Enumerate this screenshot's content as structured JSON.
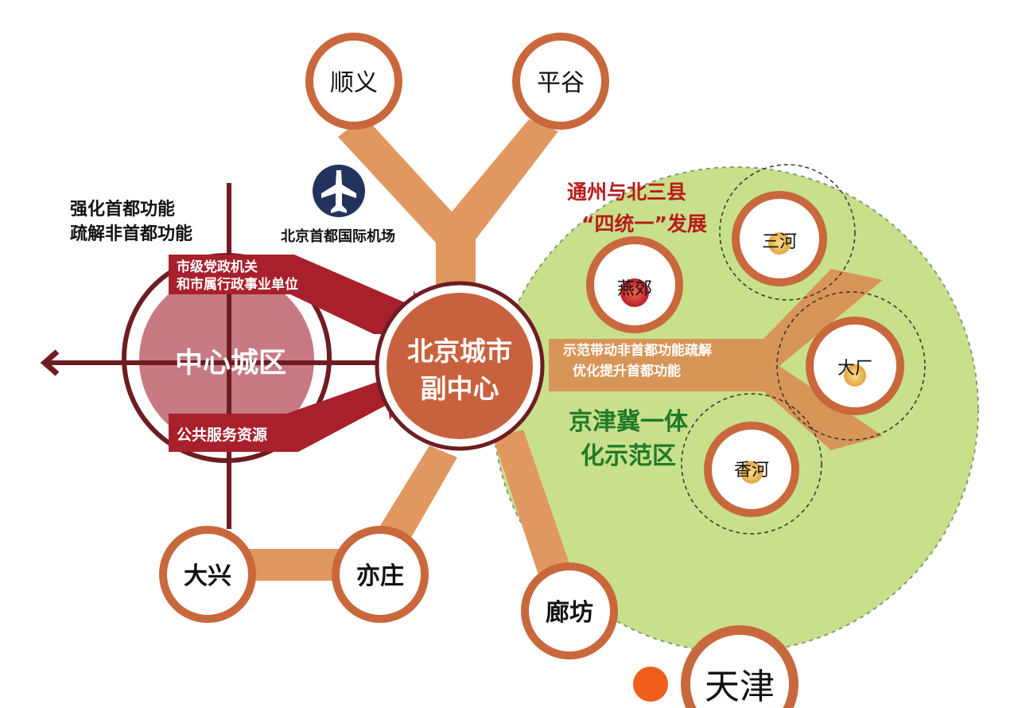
{
  "colors": {
    "road": "#e09860",
    "ring": "#c8683c",
    "dark_red": "#6e1c22",
    "banner_red": "#a8202c",
    "green_area": "#c8e08a",
    "green_text": "#1f7a2a",
    "title_red": "#b81c1c",
    "hub_fill": "#c8623e",
    "core_fill": "#c77a83",
    "orange_dot": "#ef5e1a",
    "plane_blue": "#22345e"
  },
  "icons": {
    "airport": "airplane-icon"
  },
  "diagram": {
    "nodes": {
      "shunyi": "顺义",
      "pinggu": "平谷",
      "daxing": "大兴",
      "yizhuang": "亦庄",
      "langfang": "廊坊",
      "tianjin": "天津",
      "yanjiao": "燕郊",
      "sanhe": "三河",
      "dachang": "大厂",
      "xianghe": "香河"
    },
    "hub": {
      "line1": "北京城市",
      "line2": "副中心"
    },
    "core": "中心城区",
    "airport_label": "北京首都国际机场",
    "left_note": {
      "line1": "强化首都功能",
      "line2": "疏解非首都功能"
    },
    "banner_top": {
      "line1": "市级党政机关",
      "line2": "和市属行政事业单位"
    },
    "banner_bottom": "公共服务资源",
    "green_title": {
      "line1": "通州与北三县",
      "line2": "“四统一”发展"
    },
    "arrow_text": {
      "line1": "示范带动非首都功能疏解",
      "line2": "优化提升首都功能"
    },
    "demo_zone": {
      "line1": "京津冀一体",
      "line2": "化示范区"
    }
  }
}
